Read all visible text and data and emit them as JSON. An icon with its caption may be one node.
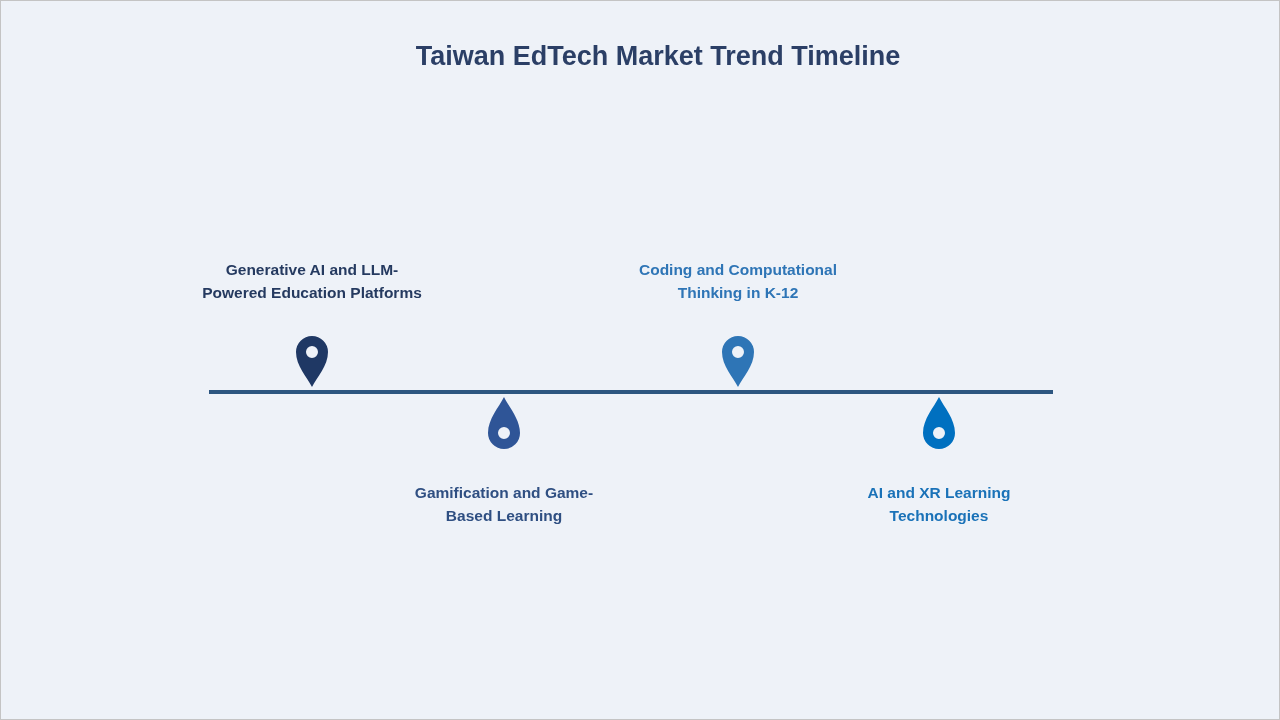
{
  "diagram": {
    "title": "Taiwan EdTech Market Trend Timeline",
    "labels": [
      "Generative AI and LLM-Powered Education Platforms",
      "Gamification and Game-Based Learning",
      "Coding and Computational Thinking in K-12",
      "AI and XR Learning Technologies"
    ]
  }
}
